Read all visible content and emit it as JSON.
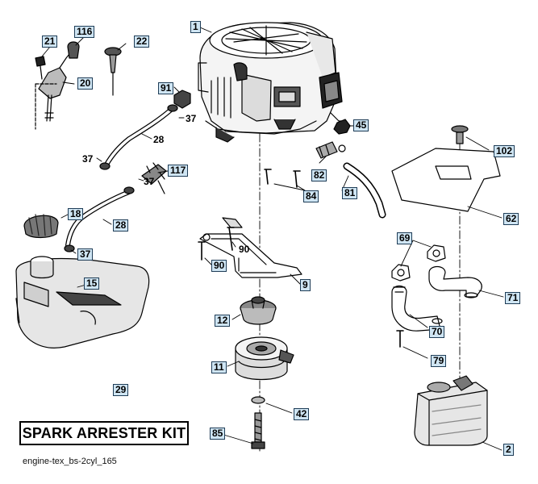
{
  "callouts": {
    "c1": "1",
    "c2": "2",
    "c9": "9",
    "c11": "11",
    "c12": "12",
    "c15": "15",
    "c18": "18",
    "c20": "20",
    "c21": "21",
    "c22": "22",
    "c28a": "28",
    "c29": "29",
    "c42": "42",
    "c45": "45",
    "c62": "62",
    "c69": "69",
    "c70": "70",
    "c71": "71",
    "c79": "79",
    "c81": "81",
    "c82": "82",
    "c84": "84",
    "c85": "85",
    "c90": "90",
    "c91": "91",
    "c102": "102",
    "c116": "116",
    "c117": "117",
    "c37d": "37"
  },
  "plain_labels": {
    "p28": "28",
    "p37a": "37",
    "p37b": "37",
    "p37c": "37",
    "p90": "90"
  },
  "spark_arrester_kit": "SPARK ARRESTER KIT",
  "caption": "engine-tex_bs-2cyl_165"
}
